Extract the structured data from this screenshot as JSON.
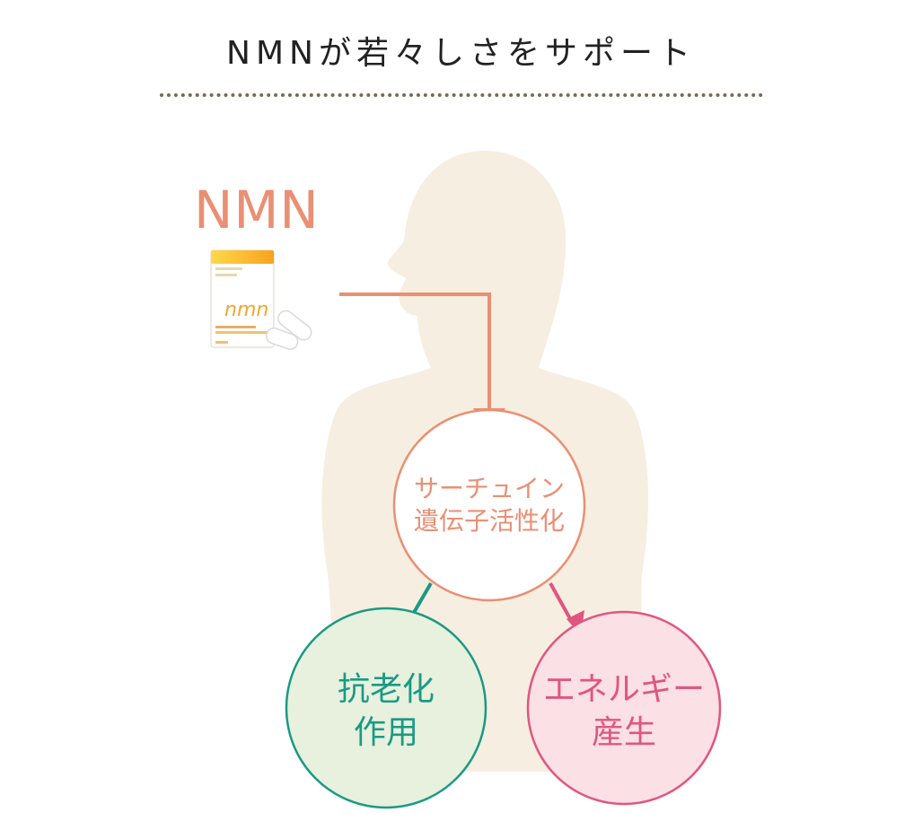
{
  "title": "NMNが若々しさをサポート",
  "nmn_label": "NMN",
  "nodes": {
    "sirtuin": {
      "line1": "サーチュイン",
      "line2": "遺伝子活性化"
    },
    "anti_aging": {
      "line1": "抗老化",
      "line2": "作用"
    },
    "energy": {
      "line1": "エネルギー",
      "line2": "産生"
    }
  },
  "package": {
    "logo": "nmn"
  },
  "colors": {
    "silhouette": "#f6eee1",
    "salmon": "#ea8f73",
    "teal": "#1a9a84",
    "teal_fill": "#e8f0de",
    "pink": "#e0567f",
    "pink_fill": "#fbe0e6",
    "divider": "#7a6a52"
  }
}
